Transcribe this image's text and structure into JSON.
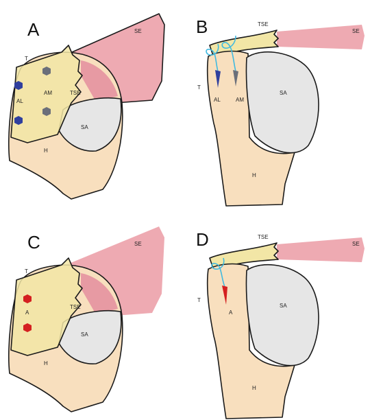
{
  "panels": [
    {
      "letter": "A",
      "labels": {
        "se": "SE",
        "t": "T",
        "al": "AL",
        "am": "AM",
        "tse": "TSE",
        "sa": "SA",
        "h": "H"
      },
      "colors": {
        "anchor": "#2f3f9e",
        "anchor_gray": "#6b6f7a"
      }
    },
    {
      "letter": "B",
      "labels": {
        "tse": "TSE",
        "se": "SE",
        "t": "T",
        "al": "AL",
        "am": "AM",
        "sa": "SA",
        "h": "H"
      },
      "colors": {
        "anchor": "#2f3f9e",
        "anchor_gray": "#6b6f7a",
        "suture": "#3fb9e0"
      }
    },
    {
      "letter": "C",
      "labels": {
        "se": "SE",
        "t": "T",
        "a": "A",
        "tse": "TSE",
        "sa": "SA",
        "h": "H"
      },
      "colors": {
        "anchor": "#d42020"
      }
    },
    {
      "letter": "D",
      "labels": {
        "tse": "TSE",
        "se": "SE",
        "t": "T",
        "a": "A",
        "sa": "SA",
        "h": "H"
      },
      "colors": {
        "anchor": "#d42020",
        "suture": "#3fb9e0"
      }
    }
  ],
  "palette": {
    "bone": "#f8dfbe",
    "tendon": "#f2e6a6",
    "muscle": "#eeaab2",
    "glenoid": "#e6e6e6"
  }
}
